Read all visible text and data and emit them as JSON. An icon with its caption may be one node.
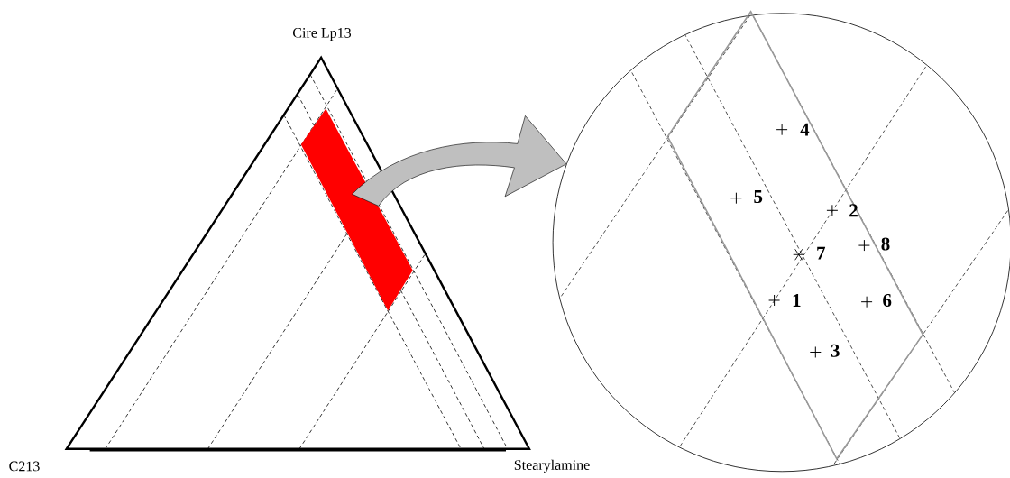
{
  "diagram": {
    "nodes": [
      {
        "text": [],
        "shape": "bar"
      },
      {
        "text": [],
        "shape": "circle"
      }
    ],
    "edges": [
      {
        "from": 0,
        "to": 1,
        "arrow": "to"
      }
    ],
    "labels": [
      "Cire Lp13",
      "C213",
      "Stearylamine",
      "4",
      "5",
      "2",
      "8",
      "7",
      "1",
      "6",
      "3"
    ]
  }
}
